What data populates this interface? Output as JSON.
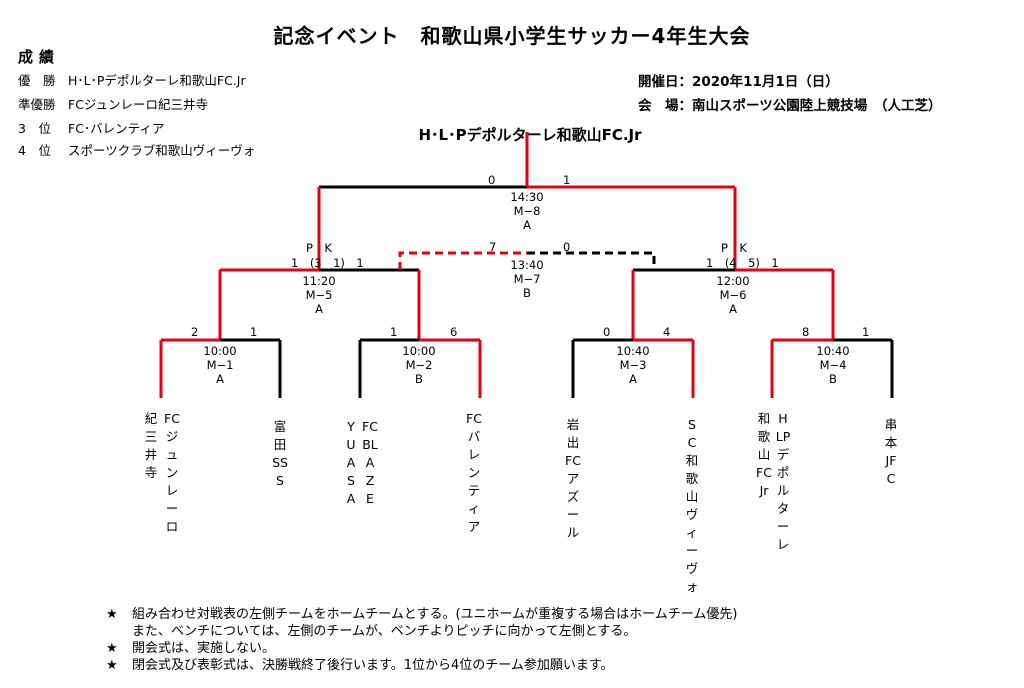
{
  "title": "記念イベント　和歌山県小学生サッカー4年生大会",
  "results": {
    "heading": "成績",
    "rows": [
      {
        "rank": "優　勝",
        "team": "H･L･Pデポルターレ和歌山FC.Jr"
      },
      {
        "rank": "準優勝",
        "team": "FCジュンレーロ紀三井寺"
      },
      {
        "rank": "3　位",
        "team": "FC･バレンティア"
      },
      {
        "rank": "4　位",
        "team": "スポーツクラブ和歌山ヴィーヴォ"
      }
    ]
  },
  "info": {
    "date": "開催日：2020年11月1日（日）",
    "venue": "会　場：南山スポーツ公園陸上競技場　（人工芝）"
  },
  "champion": "H･L･Pデポルターレ和歌山FC.Jr",
  "matches": {
    "m8": {
      "time": "14:30",
      "id": "M−8",
      "field": "A",
      "left_score": "0",
      "right_score": "1"
    },
    "m7": {
      "time": "13:40",
      "id": "M−7",
      "field": "B",
      "left_score": "7",
      "right_score": "0"
    },
    "m5": {
      "time": "11:20",
      "id": "M−5",
      "field": "A",
      "pk_label": "P　K",
      "pk_score": "1　(3　1)　1"
    },
    "m6": {
      "time": "12:00",
      "id": "M−6",
      "field": "A",
      "pk_label": "P　K",
      "pk_score": "1　(4　5)　1"
    },
    "m1": {
      "time": "10:00",
      "id": "M−1",
      "field": "A",
      "left_score": "2",
      "right_score": "1"
    },
    "m2": {
      "time": "10:00",
      "id": "M−2",
      "field": "B",
      "left_score": "1",
      "right_score": "6"
    },
    "m3": {
      "time": "10:40",
      "id": "M−3",
      "field": "A",
      "left_score": "0",
      "right_score": "4"
    },
    "m4": {
      "time": "10:40",
      "id": "M−4",
      "field": "B",
      "left_score": "8",
      "right_score": "1"
    }
  },
  "teams": [
    {
      "col1": "紀三井寺",
      "col2": "FCジュンレーロ"
    },
    {
      "col1": "富田",
      "col2": "SSS"
    },
    {
      "col1": "YUASA",
      "col2": "FCBLAZE"
    },
    {
      "col1": "",
      "col2": "FCバレンティア"
    },
    {
      "col1": "岩出",
      "col2": "FCアズール"
    },
    {
      "col1": "SC",
      "col2": "和歌山ヴィーヴォ"
    },
    {
      "col1": "和歌山FCJr",
      "col2": "HLPデポルターレ"
    },
    {
      "col1": "串本",
      "col2": "JFC"
    }
  ],
  "notes": {
    "star": "★",
    "n1": "組み合わせ対戦表の左側チームをホームチームとする。(ユニホームが重複する場合はホームチーム優先)",
    "n1b": "また、ベンチについては、左側のチームが、ベンチよりピッチに向かって左側とする。",
    "n2": "開会式は、実施しない。",
    "n3": "閉会式及び表彰式は、決勝戦終了後行います。1位から4位のチーム参加願います。"
  },
  "colors": {
    "win": "#e60012",
    "lose": "#000000"
  }
}
